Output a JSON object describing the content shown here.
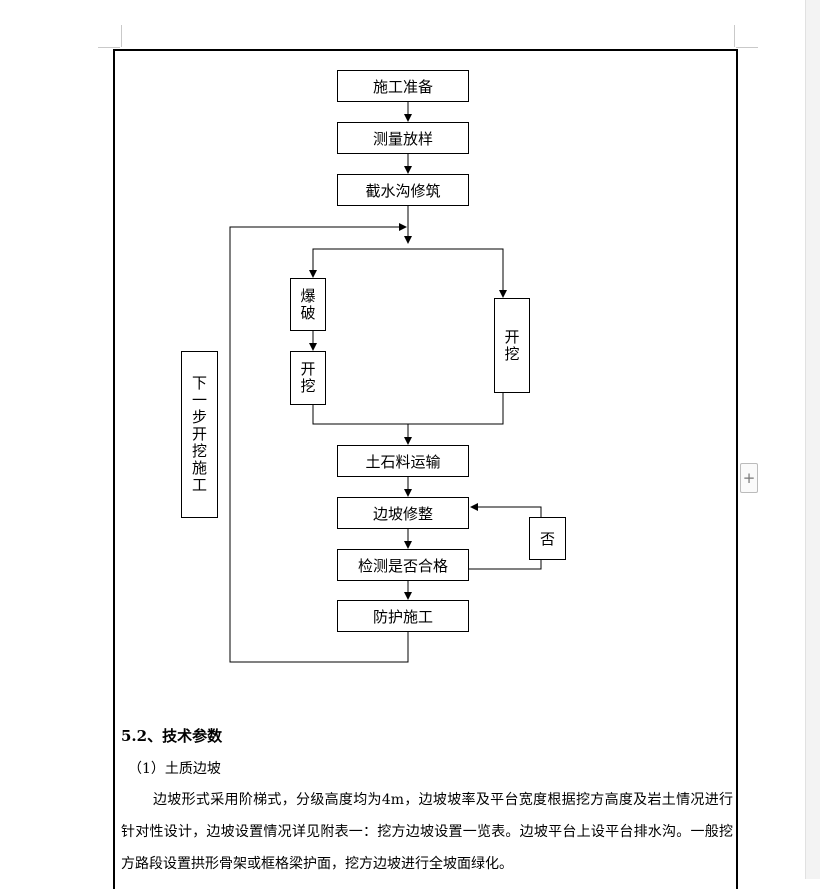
{
  "flowchart": {
    "step_prepare": "施工准备",
    "step_survey": "测量放样",
    "step_ditch": "截水沟修筑",
    "step_blast": "爆破",
    "step_excavate_left": "开挖",
    "step_excavate_right": "开挖",
    "step_next": "下一步开挖施工",
    "step_transport": "土石料运输",
    "step_trim": "边坡修整",
    "step_no": "否",
    "step_check": "检测是否合格",
    "step_protect": "防护施工"
  },
  "section": {
    "heading": "5.2、技术参数",
    "subheading": "（1）土质边坡",
    "paragraph": "边坡形式采用阶梯式，分级高度均为4m，边坡坡率及平台宽度根据挖方高度及岩土情况进行针对性设计，边坡设置情况详见附表一：挖方边坡设置一览表。边坡平台上设平台排水沟。一般挖方路段设置拱形骨架或框格梁护面，挖方边坡进行全坡面绿化。"
  },
  "ui": {
    "add_button": "+"
  }
}
